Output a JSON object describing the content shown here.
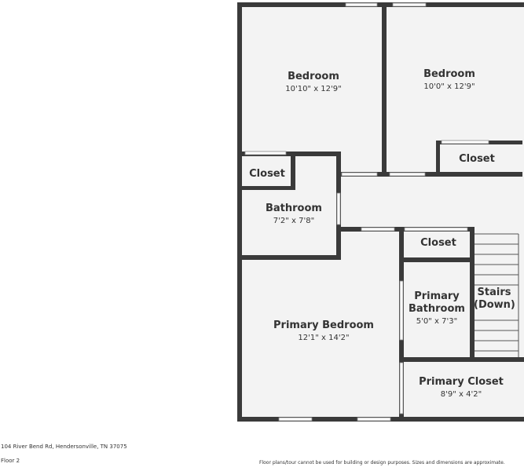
{
  "rooms": {
    "bedroom1": {
      "name": "Bedroom",
      "dims": "10'10\" x 12'9\""
    },
    "bedroom2": {
      "name": "Bedroom",
      "dims": "10'0\" x 12'9\""
    },
    "closet_upper_left": {
      "name": "Closet"
    },
    "closet_upper_right": {
      "name": "Closet"
    },
    "bathroom": {
      "name": "Bathroom",
      "dims": "7'2\" x 7'8\""
    },
    "closet_hall": {
      "name": "Closet"
    },
    "primary_bathroom": {
      "name": "Primary\nBathroom",
      "dims": "5'0\" x 7'3\""
    },
    "stairs": {
      "name": "Stairs\n(Down)"
    },
    "primary_bedroom": {
      "name": "Primary Bedroom",
      "dims": "12'1\" x 14'2\""
    },
    "primary_closet": {
      "name": "Primary Closet",
      "dims": "8'9\" x 4'2\""
    }
  },
  "footer": {
    "address": "104 River Bend Rd, Hendersonville, TN 37075",
    "floor": "Floor 2",
    "disclaimer": "Floor plans/tour cannot be used for building or design purposes. Sizes and dimensions are approximate."
  },
  "colors": {
    "wall": "#3a3a3a",
    "room_fill": "#f3f3f3",
    "window": "#ffffff"
  }
}
